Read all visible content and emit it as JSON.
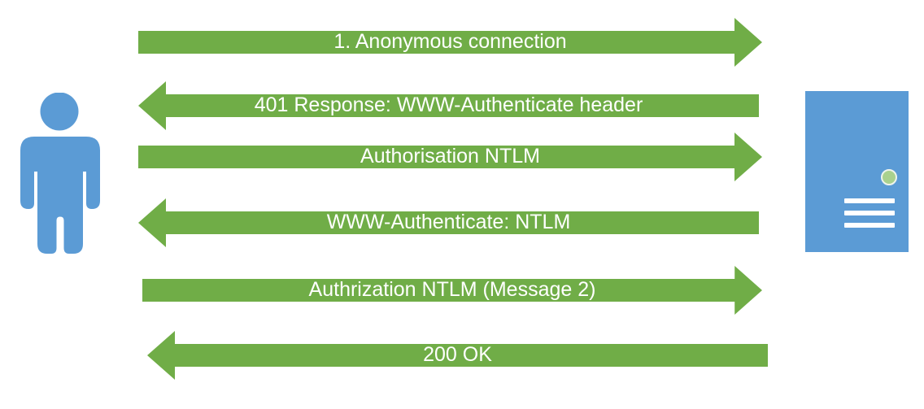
{
  "colors": {
    "arrow_green": "#70AD47",
    "actor_blue": "#5B9BD5",
    "led_green": "#A9D18E",
    "label_text": "#FFFFFF"
  },
  "actors": {
    "client": {
      "icon": "person-icon"
    },
    "server": {
      "icon": "server-icon"
    }
  },
  "messages": [
    {
      "label": "1. Anonymous connection",
      "direction": "right"
    },
    {
      "label": "401 Response: WWW-Authenticate header",
      "direction": "left"
    },
    {
      "label": "Authorisation NTLM",
      "direction": "right"
    },
    {
      "label": "WWW-Authenticate: NTLM",
      "direction": "left"
    },
    {
      "label": "Authrization NTLM (Message 2)",
      "direction": "right"
    },
    {
      "label": "200 OK",
      "direction": "left"
    }
  ]
}
